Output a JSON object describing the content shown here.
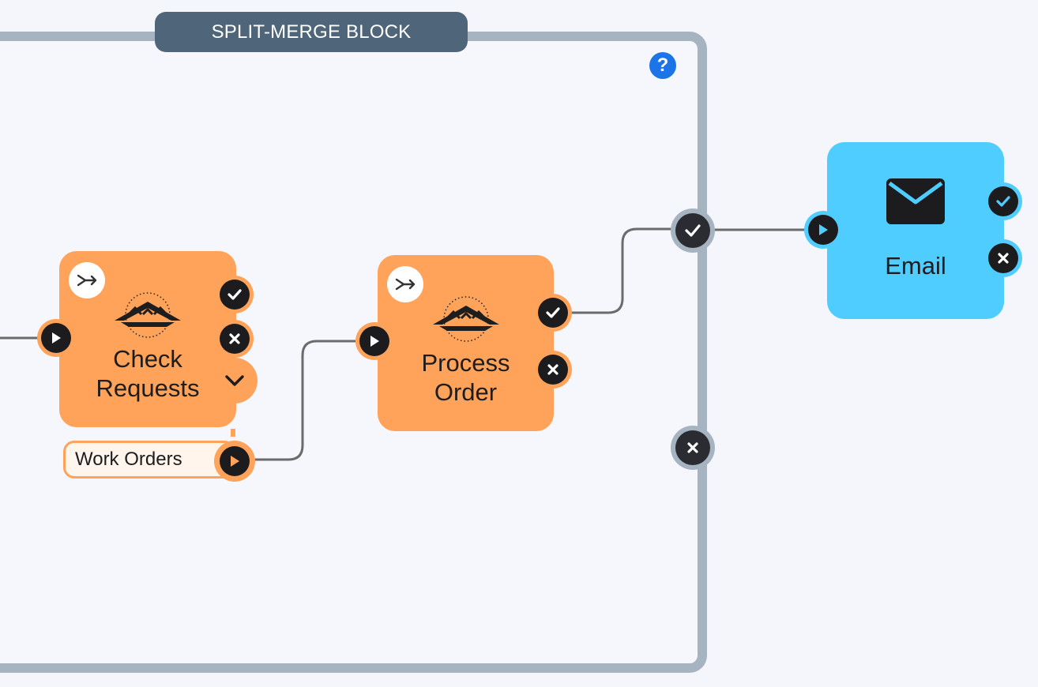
{
  "block": {
    "title": "SPLIT-MERGE BLOCK"
  },
  "nodes": {
    "check_requests": {
      "line1": "Check",
      "line2": "Requests"
    },
    "process_order": {
      "line1": "Process",
      "line2": "Order"
    },
    "email": {
      "label": "Email"
    }
  },
  "input": {
    "label": "Work Orders"
  },
  "colors": {
    "fme_node": "#ffa25a",
    "email_node": "#50cdff",
    "block_border": "#a6b4c2",
    "block_title": "#4f6579",
    "help": "#1b74e8"
  },
  "icons": {
    "help": "question-circle-icon",
    "merge": "merge-arrow-icon",
    "logo": "fme-logo",
    "envelope": "envelope-icon",
    "success": "check-icon",
    "failure": "x-icon",
    "run": "play-icon",
    "expand": "chevron-down-icon"
  }
}
